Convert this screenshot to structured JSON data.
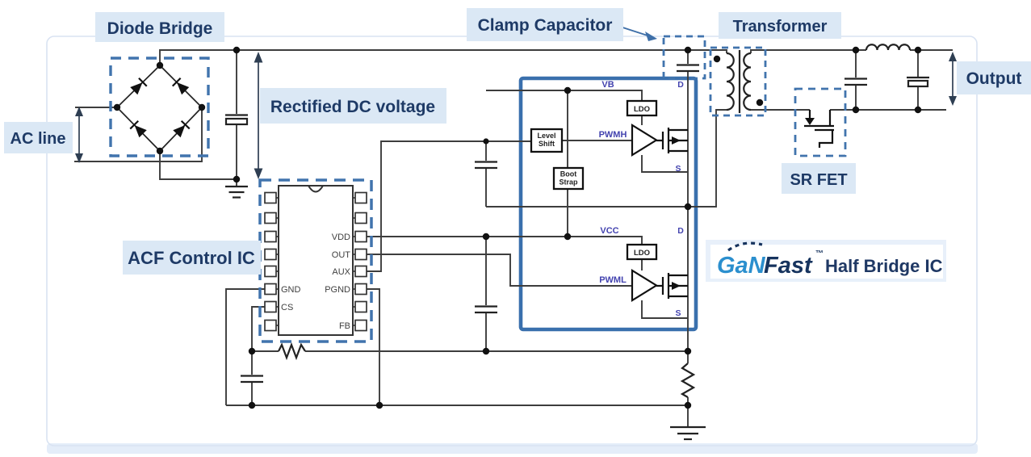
{
  "labels": {
    "diode_bridge": "Diode Bridge",
    "ac_line": "AC line",
    "rectified_dc_voltage": "Rectified DC voltage",
    "clamp_capacitor": "Clamp Capacitor",
    "transformer": "Transformer",
    "output": "Output",
    "sr_fet": "SR FET",
    "acf_control_ic": "ACF Control IC"
  },
  "logo": {
    "gan": "GaN",
    "fast": "Fast",
    "tm": "™",
    "suffix": "Half Bridge IC"
  },
  "hb": {
    "vb": "VB",
    "vcc": "VCC",
    "pwmh": "PWMH",
    "pwml": "PWML",
    "ldo": "LDO",
    "ls1": "Level",
    "ls2": "Shift",
    "bs1": "Boot",
    "bs2": "Strap",
    "d": "D",
    "s": "S"
  },
  "acf": {
    "pins_right": [
      "VDD",
      "OUT",
      "AUX",
      "PGND",
      "FB"
    ],
    "pins_left": [
      "GND",
      "CS"
    ]
  },
  "colors": {
    "half_bridge_border": "#3a70ad",
    "dashed_callout_blue": "#4174ad",
    "label_background": "#dbe8f5",
    "label_text": "#1e3a66",
    "signal_text": "#4343af",
    "wire": "#3d3d3d",
    "logo_gan_blue": "#2b8fce",
    "logo_fast_navy": "#16335e"
  }
}
